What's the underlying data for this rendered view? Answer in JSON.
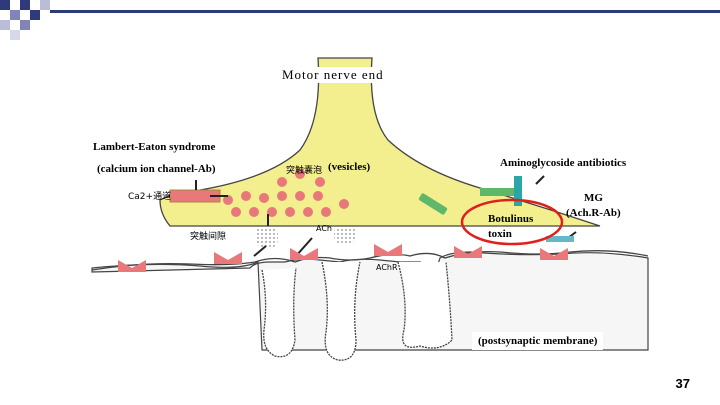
{
  "diagram": {
    "title": "Motor nerve end",
    "lambert_eaton": "Lambert-Eaton syndrome",
    "lambert_eaton_detail": "(calcium ion channel-Ab)",
    "ca_channel": "Ca2+通道",
    "vesicles_zh": "突触囊泡",
    "vesicles_en": "(vesicles)",
    "synaptic_cleft_zh": "突触间隙",
    "ach": "ACh",
    "achr": "AChR",
    "aminoglycoside": "Aminoglycoside antibiotics",
    "botulinus_line1": "Botulinus",
    "botulinus_line2": "toxin",
    "mg_line1": "MG",
    "mg_line2": "(Ach.R-Ab)",
    "postsynaptic": "(postsynaptic membrane)"
  },
  "slide": {
    "page_number": "37"
  },
  "colors": {
    "terminal_fill": "#f3ee8e",
    "vesicle": "#e8787a",
    "receptor": "#e8787a",
    "channel": "#e8787a",
    "toxin_green": "#5fb86a",
    "antibiotic_teal": "#2aa6a6",
    "highlight_circle": "#e0201c",
    "title_bar": "#2e3a7a"
  }
}
